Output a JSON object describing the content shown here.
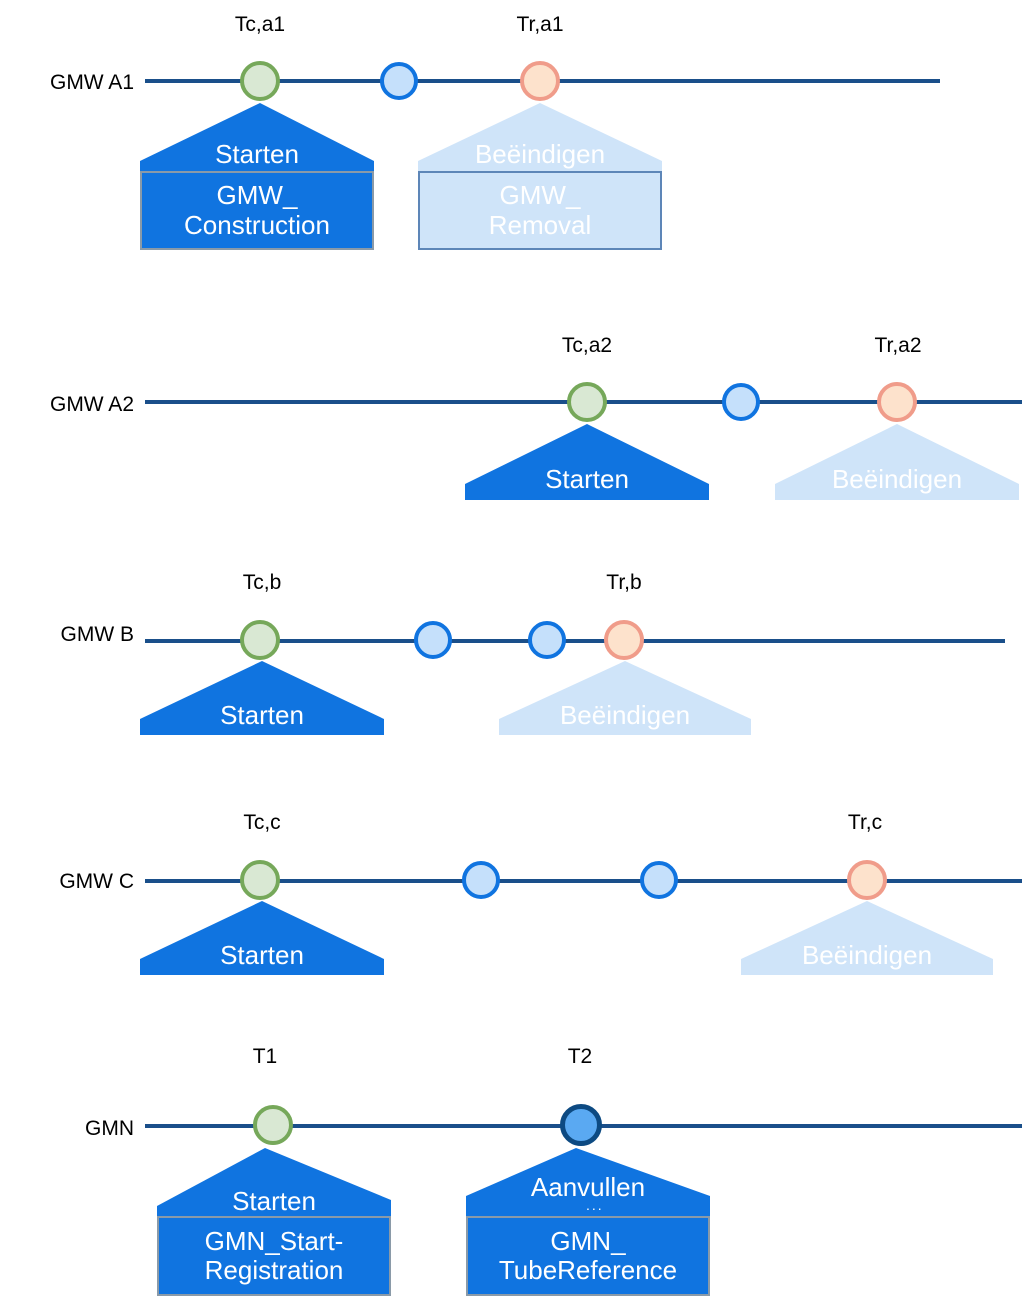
{
  "diagram": {
    "title": "GMW / GMN registration timelines",
    "colors": {
      "line": "#1a4f8a",
      "circle_start_fill": "#d9e8d3",
      "circle_start_border": "#76a85a",
      "circle_update_fill": "#c5e0fb",
      "circle_update_border": "#1074e0",
      "circle_end_fill": "#fde2cc",
      "circle_end_border": "#f09c8a",
      "circle_gmn_fill": "#5aa9f2",
      "circle_gmn_border": "#0d4a82",
      "pentagon_dark": "#1074e0",
      "pentagon_light": "#cfe4f9",
      "box_dark": "#1074e0",
      "box_light": "#cfe4f9",
      "box_dark_border": "#8a9aa8",
      "box_light_border": "#5d86b8",
      "text_on_shape": "#ffffff",
      "text_label": "#000000"
    },
    "rows": [
      {
        "id": "gmw-a1",
        "label": "GMW A1",
        "time_labels": [
          "Tc,a1",
          "Tr,a1"
        ],
        "circles": [
          "start",
          "update",
          "end"
        ],
        "pentagons": [
          {
            "text": "Starten",
            "tone": "dark"
          },
          {
            "text": "Beëindigen",
            "tone": "light"
          }
        ],
        "boxes": [
          {
            "line1": "GMW_",
            "line2": "Construction",
            "tone": "dark"
          },
          {
            "line1": "GMW_",
            "line2": "Removal",
            "tone": "light"
          }
        ]
      },
      {
        "id": "gmw-a2",
        "label": "GMW A2",
        "time_labels": [
          "Tc,a2",
          "Tr,a2"
        ],
        "circles": [
          "start",
          "update",
          "end"
        ],
        "pentagons": [
          {
            "text": "Starten",
            "tone": "dark"
          },
          {
            "text": "Beëindigen",
            "tone": "light"
          }
        ],
        "boxes": []
      },
      {
        "id": "gmw-b",
        "label": "GMW B",
        "time_labels": [
          "Tc,b",
          "Tr,b"
        ],
        "circles": [
          "start",
          "update",
          "update",
          "end"
        ],
        "pentagons": [
          {
            "text": "Starten",
            "tone": "dark"
          },
          {
            "text": "Beëindigen",
            "tone": "light"
          }
        ],
        "boxes": []
      },
      {
        "id": "gmw-c",
        "label": "GMW C",
        "time_labels": [
          "Tc,c",
          "Tr,c"
        ],
        "circles": [
          "start",
          "update",
          "update",
          "end"
        ],
        "pentagons": [
          {
            "text": "Starten",
            "tone": "dark"
          },
          {
            "text": "Beëindigen",
            "tone": "light"
          }
        ],
        "boxes": []
      },
      {
        "id": "gmn",
        "label": "GMN",
        "time_labels": [
          "T1",
          "T2"
        ],
        "circles": [
          "start",
          "gmn"
        ],
        "pentagons": [
          {
            "text": "Starten",
            "tone": "dark"
          },
          {
            "text": "Aanvullen",
            "tone": "dark",
            "extra": "..."
          }
        ],
        "boxes": [
          {
            "line1": "GMN_Start-",
            "line2": "Registration",
            "tone": "dark"
          },
          {
            "line1": "GMN_",
            "line2": "TubeReference",
            "tone": "dark"
          }
        ]
      }
    ]
  }
}
